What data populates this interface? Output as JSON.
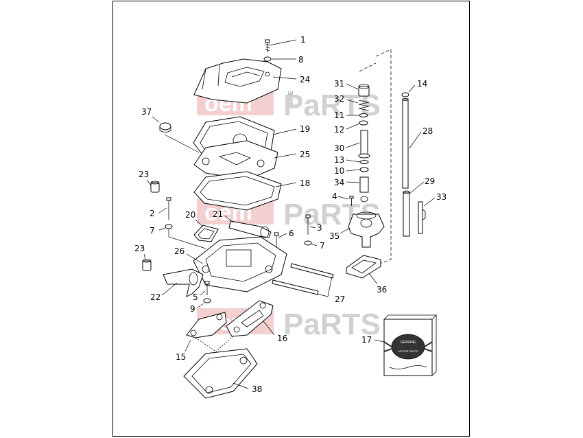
{
  "watermark": {
    "word_oem": "oem",
    "word_bike": "BIKE",
    "word_parts": "PaRTS",
    "color_accent": "#e03a3a",
    "color_gray": "#a8a8a8"
  },
  "callouts": [
    "1",
    "8",
    "24",
    "37",
    "19",
    "25",
    "18",
    "23",
    "2",
    "20",
    "21",
    "3",
    "6",
    "7",
    "7",
    "23",
    "26",
    "22",
    "5",
    "9",
    "27",
    "16",
    "15",
    "38",
    "31",
    "32",
    "11",
    "12",
    "30",
    "13",
    "10",
    "34",
    "4",
    "35",
    "36",
    "14",
    "28",
    "29",
    "33",
    "17"
  ],
  "manual": {
    "logo_line1": "GENUINE",
    "logo_line2": "MOTOR PARTS"
  }
}
